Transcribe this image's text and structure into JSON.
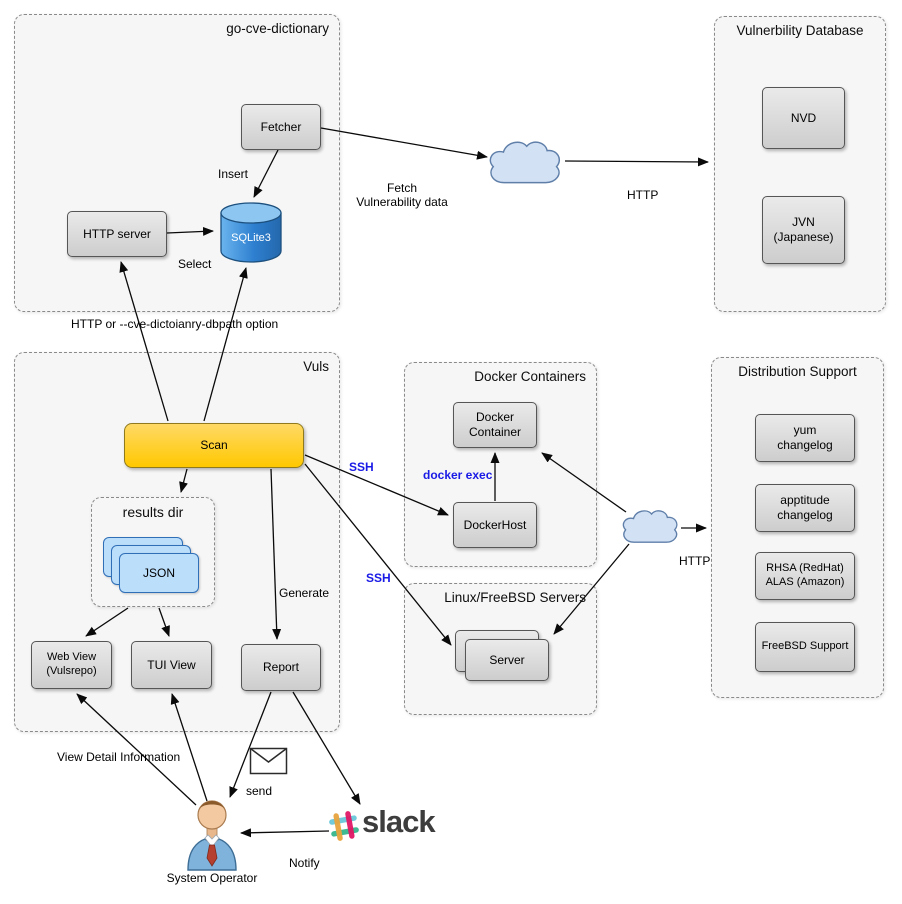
{
  "diagram": {
    "groups": {
      "go_cve_dictionary": {
        "title": "go-cve-dictionary"
      },
      "vuln_db": {
        "title": "Vulnerbility Database"
      },
      "vuls": {
        "title": "Vuls"
      },
      "results_dir": {
        "title": "results dir"
      },
      "docker": {
        "title": "Docker Containers"
      },
      "linux": {
        "title": "Linux/FreeBSD Servers"
      },
      "dist": {
        "title": "Distribution Support"
      }
    },
    "nodes": {
      "fetcher": {
        "label": "Fetcher"
      },
      "http_server": {
        "label": "HTTP server"
      },
      "sqlite3": {
        "label": "SQLite3"
      },
      "nvd": {
        "label": "NVD"
      },
      "jvn": {
        "label": "JVN\n(Japanese)"
      },
      "scan": {
        "label": "Scan"
      },
      "json": {
        "label": "JSON"
      },
      "web_view": {
        "label": "Web View\n(Vulsrepo)"
      },
      "tui_view": {
        "label": "TUI View"
      },
      "report": {
        "label": "Report"
      },
      "docker_container": {
        "label": "Docker\nContainer"
      },
      "docker_host": {
        "label": "DockerHost"
      },
      "server": {
        "label": "Server"
      },
      "yum": {
        "label": "yum\nchangelog"
      },
      "apt": {
        "label": "apptitude\nchangelog"
      },
      "rhsa": {
        "label": "RHSA (RedHat)\nALAS (Amazon)"
      },
      "freebsd": {
        "label": "FreeBSD Support"
      }
    },
    "labels": {
      "insert": "Insert",
      "select": "Select",
      "fetch_vuln": "Fetch\nVulnerability data",
      "http_top": "HTTP",
      "http_option": "HTTP or --cve-dictoianry-dbpath option",
      "ssh_docker": "SSH",
      "docker_exec": "docker exec",
      "ssh_linux": "SSH",
      "generate": "Generate",
      "http_right": "HTTP",
      "view_detail": "View Detail Information",
      "send": "send",
      "notify": "Notify",
      "system_operator": "System Operator",
      "slack_text": "slack"
    },
    "colors": {
      "scan_fill": "#FFC800",
      "node_fill": "#CDCDCD",
      "json_fill": "#BBDEFB",
      "cloud_fill": "#D3E1F5",
      "ssh_text": "#1A1AE6"
    }
  }
}
